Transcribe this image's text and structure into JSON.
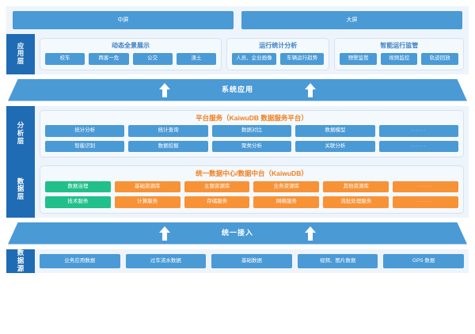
{
  "screens": {
    "items": [
      {
        "label": "中屏"
      },
      {
        "label": "大屏"
      }
    ]
  },
  "application_layer": {
    "tab_label": "应用层",
    "groups": [
      {
        "title": "动态全景展示",
        "items": [
          {
            "label": "校车"
          },
          {
            "label": "两客一危"
          },
          {
            "label": "公交"
          },
          {
            "label": "渣土"
          }
        ]
      },
      {
        "title": "运行统计分析",
        "items": [
          {
            "label": "人员、企业画像"
          },
          {
            "label": "车辆运行趋势"
          }
        ]
      },
      {
        "title": "智能运行监管",
        "items": [
          {
            "label": "预警监管"
          },
          {
            "label": "视频监控"
          },
          {
            "label": "轨迹回放"
          }
        ]
      }
    ]
  },
  "band_system": {
    "label": "系统应用",
    "arrow_icon": "up-arrow-icon"
  },
  "analysis_layer": {
    "tab_label": "分析层",
    "card_title": "平台服务（KaiwuDB 数据服务平台）",
    "rows": [
      [
        {
          "label": "统计分析",
          "style": "blue"
        },
        {
          "label": "统计查询",
          "style": "blue"
        },
        {
          "label": "数据对比",
          "style": "blue"
        },
        {
          "label": "数据模型",
          "style": "blue"
        },
        {
          "label": "······",
          "style": "blue-dots"
        }
      ],
      [
        {
          "label": "智能识别",
          "style": "blue"
        },
        {
          "label": "数据挖掘",
          "style": "blue"
        },
        {
          "label": "聚类分析",
          "style": "blue"
        },
        {
          "label": "关联分析",
          "style": "blue"
        },
        {
          "label": "······",
          "style": "blue-dots"
        }
      ]
    ]
  },
  "data_layer": {
    "tab_label": "数据层",
    "card_title": "统一数据中心/数据中台（KaiwuDB）",
    "rows": [
      [
        {
          "label": "数据治理",
          "style": "green"
        },
        {
          "label": "基础资源库",
          "style": "orange"
        },
        {
          "label": "主题资源库",
          "style": "orange"
        },
        {
          "label": "业务资源库",
          "style": "orange"
        },
        {
          "label": "其他资源库",
          "style": "orange"
        },
        {
          "label": "······",
          "style": "orange-dots"
        }
      ],
      [
        {
          "label": "技术服务",
          "style": "green"
        },
        {
          "label": "计算服务",
          "style": "orange"
        },
        {
          "label": "存储服务",
          "style": "orange"
        },
        {
          "label": "网络服务",
          "style": "orange"
        },
        {
          "label": "流批处理服务",
          "style": "orange"
        },
        {
          "label": "······",
          "style": "orange-dots"
        }
      ]
    ]
  },
  "band_access": {
    "label": "统一接入",
    "arrow_icon": "up-arrow-icon"
  },
  "datasource_layer": {
    "tab_label": "数据源",
    "items": [
      {
        "label": "业务应用数据"
      },
      {
        "label": "过车流水数据"
      },
      {
        "label": "基础数据"
      },
      {
        "label": "视频、图片数据"
      },
      {
        "label": "GPS 数据"
      }
    ]
  },
  "colors": {
    "blue_chip": "#4a9ad6",
    "green_chip": "#21c08a",
    "orange_chip": "#f89236",
    "layer_tab": "#1f6cb5",
    "strip_bg": "#eef4fb",
    "card_bg": "#f4f9fd",
    "title_blue": "#3b7fc4",
    "title_orange": "#f08020"
  }
}
